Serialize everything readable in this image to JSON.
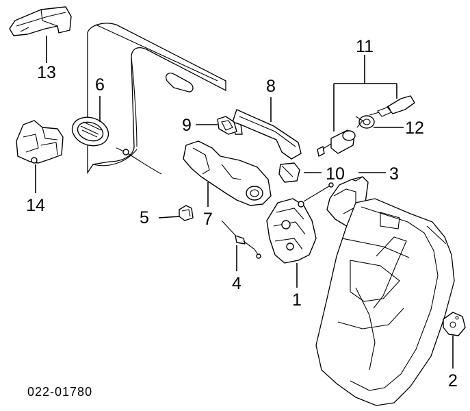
{
  "diagram": {
    "callouts": {
      "c1": "1",
      "c2": "2",
      "c3": "3",
      "c4": "4",
      "c5": "5",
      "c6": "6",
      "c7": "7",
      "c8": "8",
      "c9": "9",
      "c10": "10",
      "c11": "11",
      "c12": "12",
      "c13": "13",
      "c14": "14"
    },
    "diagram_code": "022-01780"
  }
}
